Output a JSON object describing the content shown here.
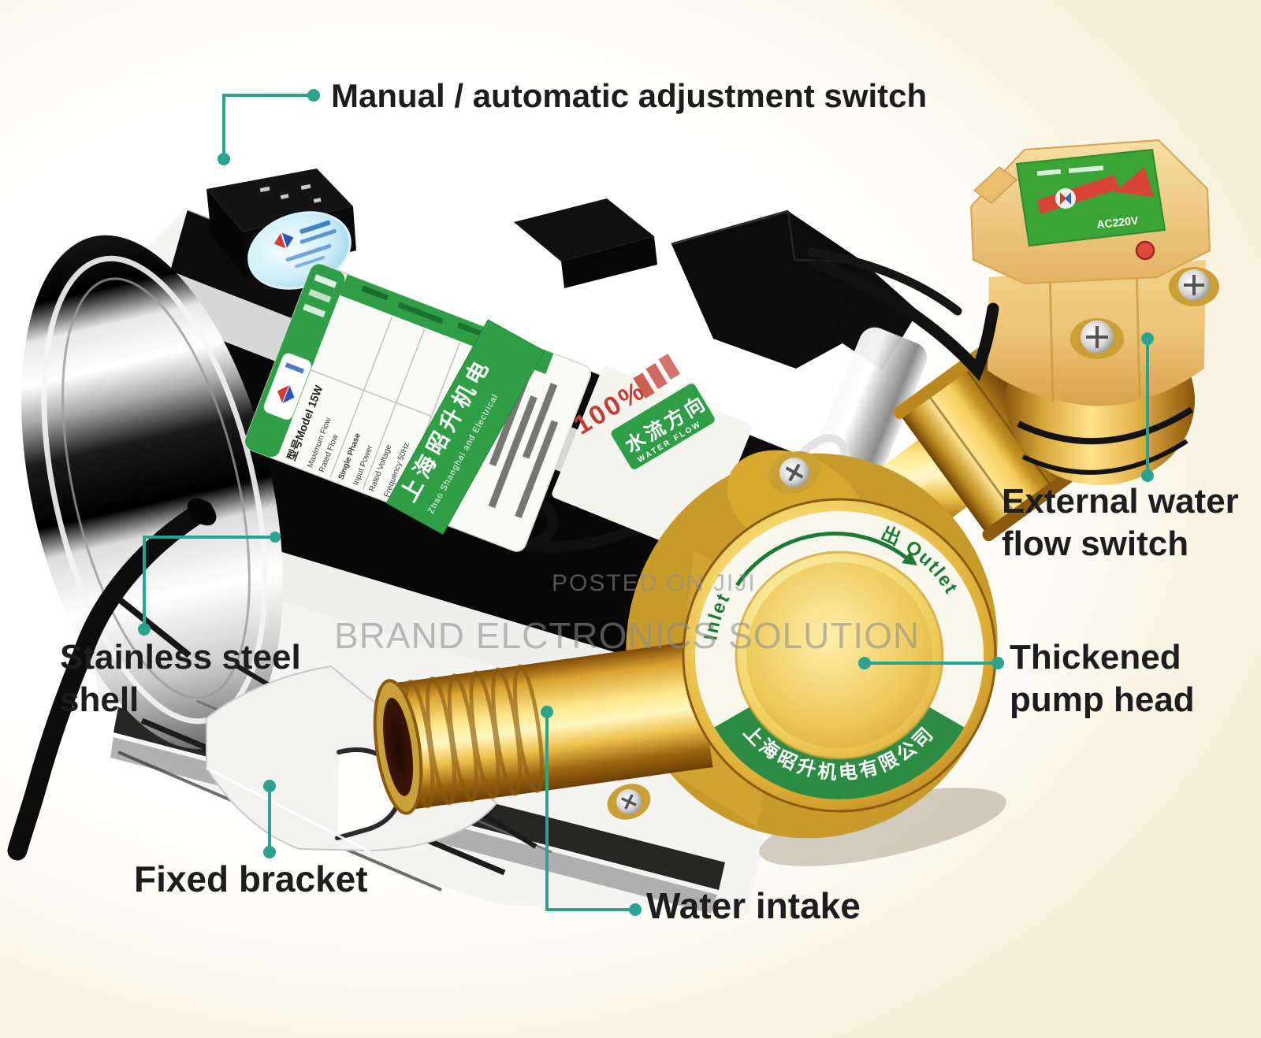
{
  "annotations": {
    "adjustment_switch": {
      "text": "Manual / automatic adjustment switch"
    },
    "flow_switch": {
      "line1": "External water",
      "line2": "flow switch"
    },
    "shell": {
      "line1": "Stainless steel",
      "line2": "shell"
    },
    "bracket": {
      "text": "Fixed bracket"
    },
    "intake": {
      "text": "Water intake"
    },
    "pump_head": {
      "line1": "Thickened",
      "line2": "pump head"
    }
  },
  "watermark": {
    "line1": "POSTED ON JIJI",
    "line2": "BRAND ELCTRONICS SOLUTION"
  },
  "device": {
    "head_ring": {
      "inlet": "Inlet",
      "outlet": "出 Outlet",
      "company": "上海昭升机电有限公司"
    },
    "body_label": {
      "col_model": "型号Model 15W",
      "col_flow": "Maximum Flow",
      "col_rated": "Rated Flow",
      "col_phase": "Single Phase",
      "col_power": "Input Power",
      "col_voltage": "Rated Voltage",
      "col_freq": "Frequency 50Hz",
      "company_cn": "上海昭升机电",
      "company_en": "Zhao Shanghai and Electrical",
      "copper": "100%",
      "flow_cn": "水流方向",
      "flow_en": "WATER FLOW"
    },
    "switch_label": {
      "voltage": "AC220V"
    },
    "colors": {
      "leader": "#2ba391",
      "label_green": "#2f9e46",
      "gold": "#e6b53a",
      "switch_tan": "#edc577",
      "indicator_red": "#e0483e"
    }
  }
}
